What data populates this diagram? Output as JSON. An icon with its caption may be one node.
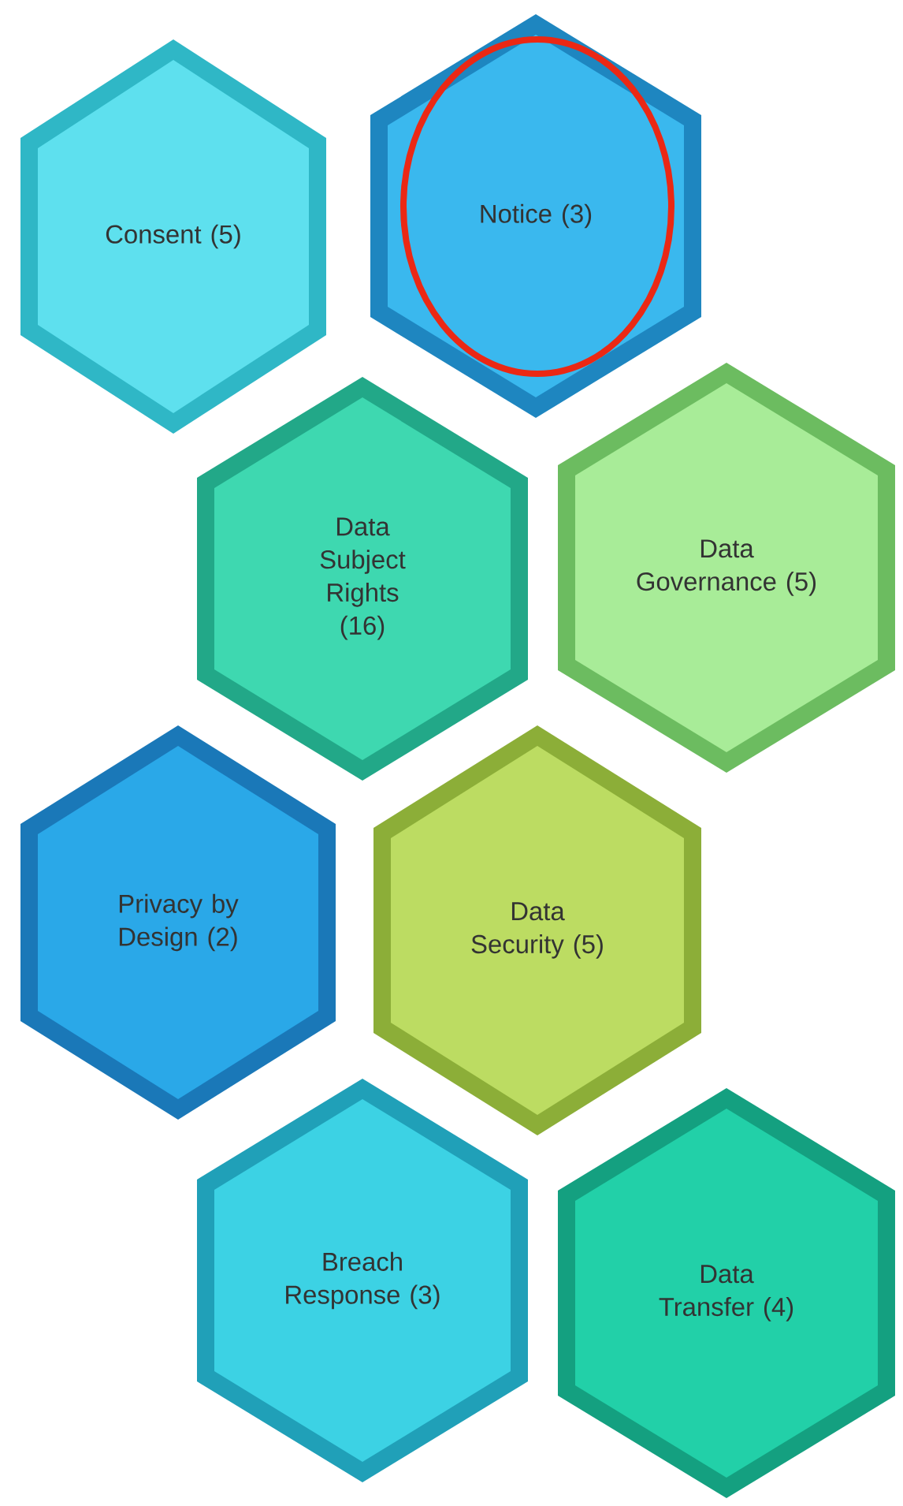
{
  "diagram": {
    "nodes": [
      {
        "text": [
          "Consent (5)"
        ]
      },
      {
        "text": [
          "Notice (3)"
        ]
      },
      {
        "text": [
          "Data Subject Rights (16)"
        ]
      },
      {
        "text": [
          "Data Governance (5)"
        ]
      },
      {
        "text": [
          "Privacy by Design (2)"
        ]
      },
      {
        "text": [
          "Data Security (5)"
        ]
      },
      {
        "text": [
          "Breach Response (3)"
        ]
      },
      {
        "text": [
          "Data Transfer (4)"
        ]
      }
    ],
    "edges": []
  }
}
